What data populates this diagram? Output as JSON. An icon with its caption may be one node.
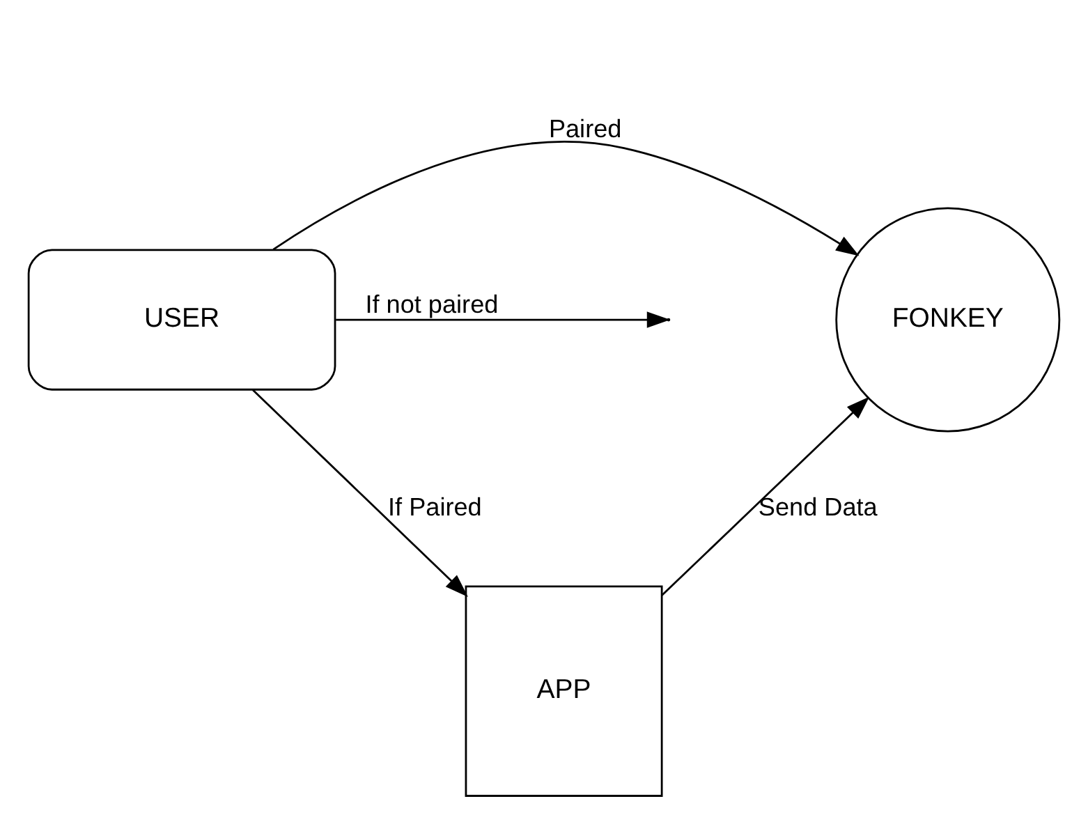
{
  "diagram": {
    "nodes": [
      {
        "text": [
          "USER"
        ]
      },
      {
        "text": [
          "APP"
        ]
      },
      {
        "text": [
          "FONKEY"
        ]
      }
    ],
    "edges": [
      {
        "from": 0,
        "to": null,
        "arrow": "to",
        "label": "If not paired"
      },
      {
        "from": 0,
        "to": 2,
        "arrow": "to",
        "label": "Paired"
      },
      {
        "from": 0,
        "to": 1,
        "arrow": "to",
        "label": "If Paired"
      },
      {
        "from": 1,
        "to": 2,
        "arrow": "to",
        "label": "Send Data"
      }
    ]
  }
}
